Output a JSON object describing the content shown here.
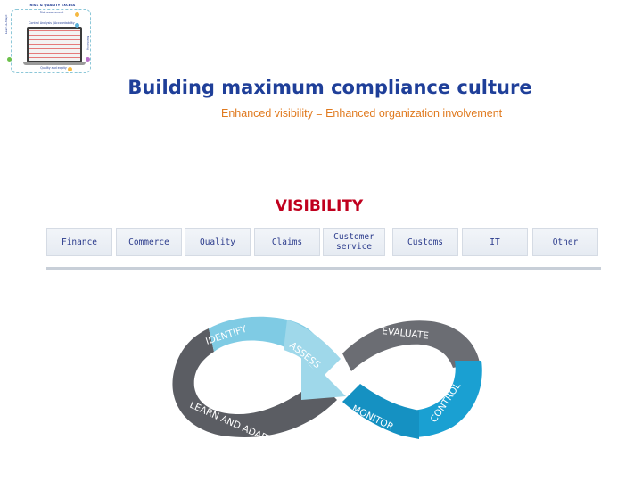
{
  "thumbnail": {
    "title": "RISK & QUALITY EXCESS",
    "line1": "Risk assessment",
    "line2": "Control Analysis / Accountability",
    "bottom": "Quality and equity",
    "left_label": "Learn & Adapt",
    "right_label": "Monitoring",
    "dot_colors": [
      "#f5b942",
      "#5ab0d8",
      "#b86fc7",
      "#6cc04a",
      "#f5b942"
    ]
  },
  "heading": {
    "title": "Building maximum compliance culture",
    "subtitle": "Enhanced visibility = Enhanced organization involvement"
  },
  "visibility_label": "VISIBILITY",
  "departments": [
    "Finance",
    "Commerce",
    "Quality",
    "Claims",
    "Customer service",
    "Customs",
    "IT",
    "Other"
  ],
  "cycle": {
    "steps": [
      "IDENTIFY",
      "ASSESS",
      "EVALUATE",
      "CONTROL",
      "MONITOR",
      "LEARN AND ADAPT"
    ],
    "colors": {
      "blue_dark": "#1aa0d2",
      "blue_light": "#7fcbe4",
      "gray_dark": "#5b5d63",
      "gray_light": "#8c8e94"
    }
  },
  "colors": {
    "title": "#1f3f99",
    "subtitle": "#e07a1f",
    "visibility": "#c0001e",
    "department_text": "#2b3b8c"
  }
}
